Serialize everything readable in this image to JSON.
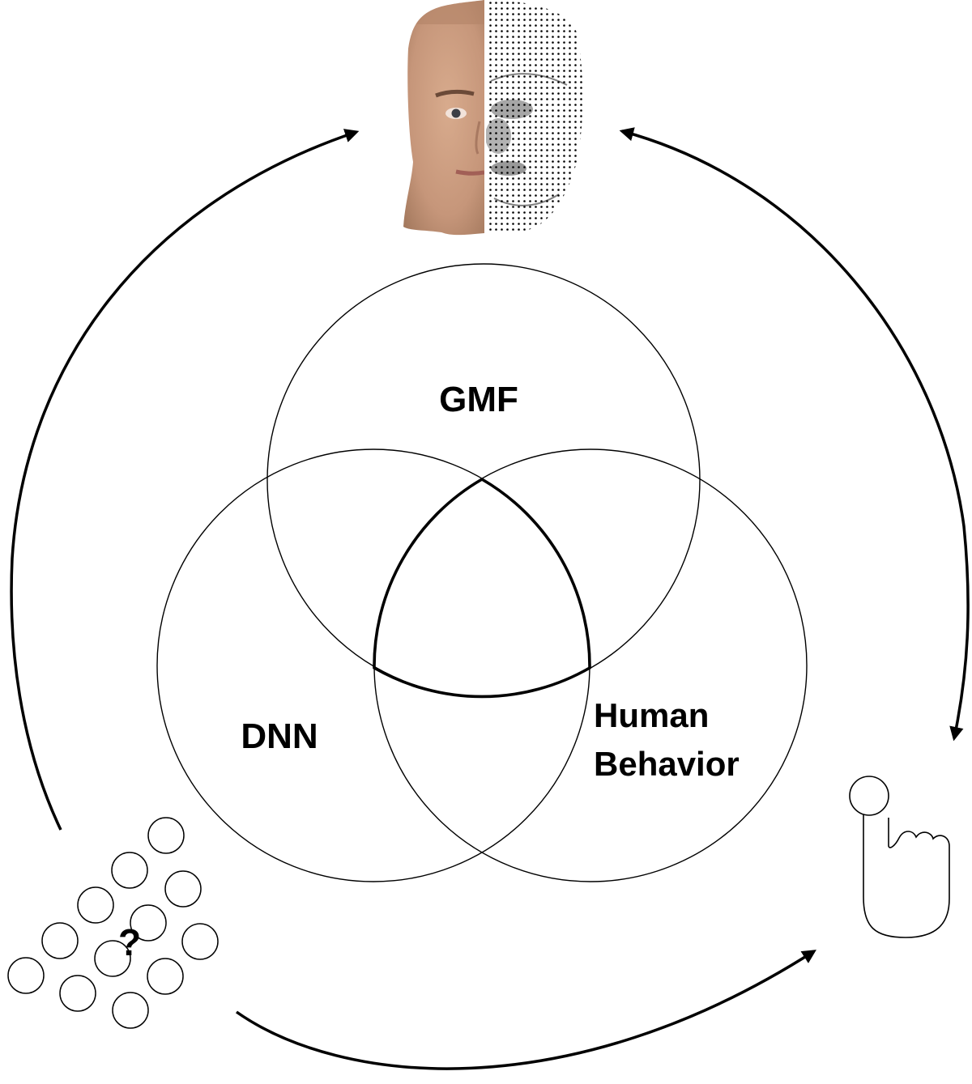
{
  "venn": {
    "sets": [
      {
        "id": "gmf",
        "label": "GMF"
      },
      {
        "id": "dnn",
        "label": "DNN"
      },
      {
        "id": "human",
        "label_lines": [
          "Human",
          "Behavior"
        ]
      }
    ]
  },
  "stimulus_cluster": {
    "symbol": "?"
  },
  "images": {
    "face": {
      "left": "photo-texture",
      "right": "mesh-dots"
    },
    "hand": "pointing-hand-icon"
  },
  "colors": {
    "stroke": "#000000",
    "background": "#ffffff",
    "skin": "#c99a7c"
  }
}
